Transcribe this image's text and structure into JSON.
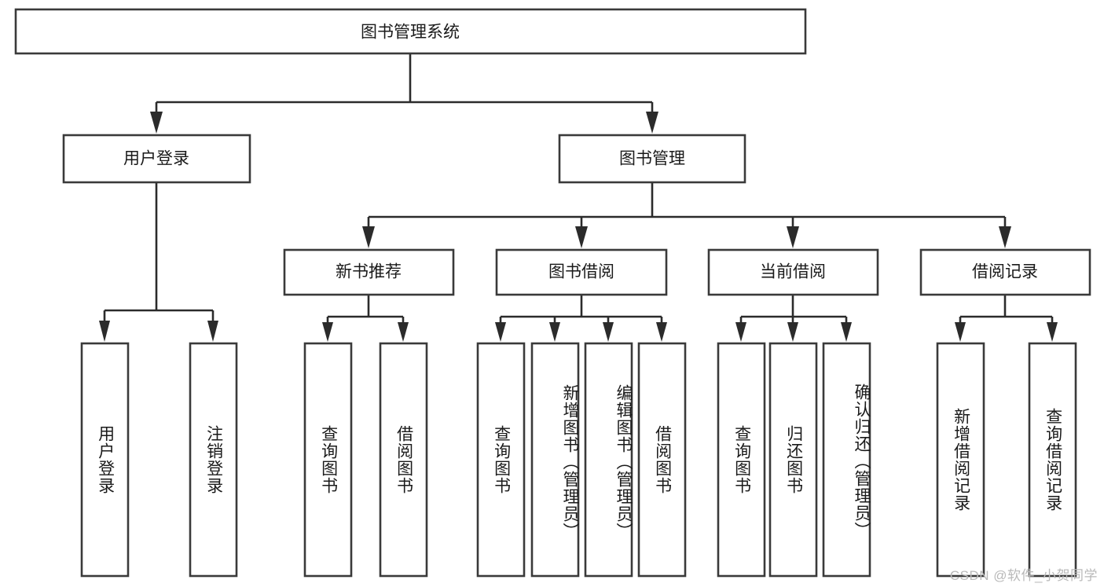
{
  "diagram": {
    "title_node": {
      "label": "图书管理系统"
    },
    "level2": [
      {
        "id": "user-login",
        "label": "用户登录"
      },
      {
        "id": "book-management",
        "label": "图书管理"
      }
    ],
    "level3": [
      {
        "id": "new-book-recommend",
        "label": "新书推荐"
      },
      {
        "id": "book-borrow",
        "label": "图书借阅"
      },
      {
        "id": "current-borrow",
        "label": "当前借阅"
      },
      {
        "id": "borrow-record",
        "label": "借阅记录"
      }
    ],
    "leaves": {
      "user_login": [
        {
          "id": "leaf-user-login",
          "label": "用户登录"
        },
        {
          "id": "leaf-logout-login",
          "label": "注销登录"
        }
      ],
      "new_book_recommend": [
        {
          "id": "leaf-query-book-1",
          "label": "查询图书"
        },
        {
          "id": "leaf-borrow-book-1",
          "label": "借阅图书"
        }
      ],
      "book_borrow": [
        {
          "id": "leaf-query-book-2",
          "label": "查询图书"
        },
        {
          "id": "leaf-add-book-admin",
          "label": "新增图书（管理员）"
        },
        {
          "id": "leaf-edit-book-admin",
          "label": "编辑图书（管理员）"
        },
        {
          "id": "leaf-borrow-book-2",
          "label": "借阅图书"
        }
      ],
      "current_borrow": [
        {
          "id": "leaf-query-book-3",
          "label": "查询图书"
        },
        {
          "id": "leaf-return-book",
          "label": "归还图书"
        },
        {
          "id": "leaf-confirm-return-admin",
          "label": "确认归还（管理员）"
        }
      ],
      "borrow_record": [
        {
          "id": "leaf-add-borrow-record",
          "label": "新增借阅记录"
        },
        {
          "id": "leaf-query-borrow-record",
          "label": "查询借阅记录"
        }
      ]
    }
  },
  "watermark": {
    "text": "CSDN @软件_小贺同学"
  },
  "colors": {
    "box_stroke": "#3a3a3a",
    "connector": "#2b2b2b",
    "text": "#1a1a1a",
    "background": "#ffffff",
    "watermark": "#b9b9b9"
  }
}
